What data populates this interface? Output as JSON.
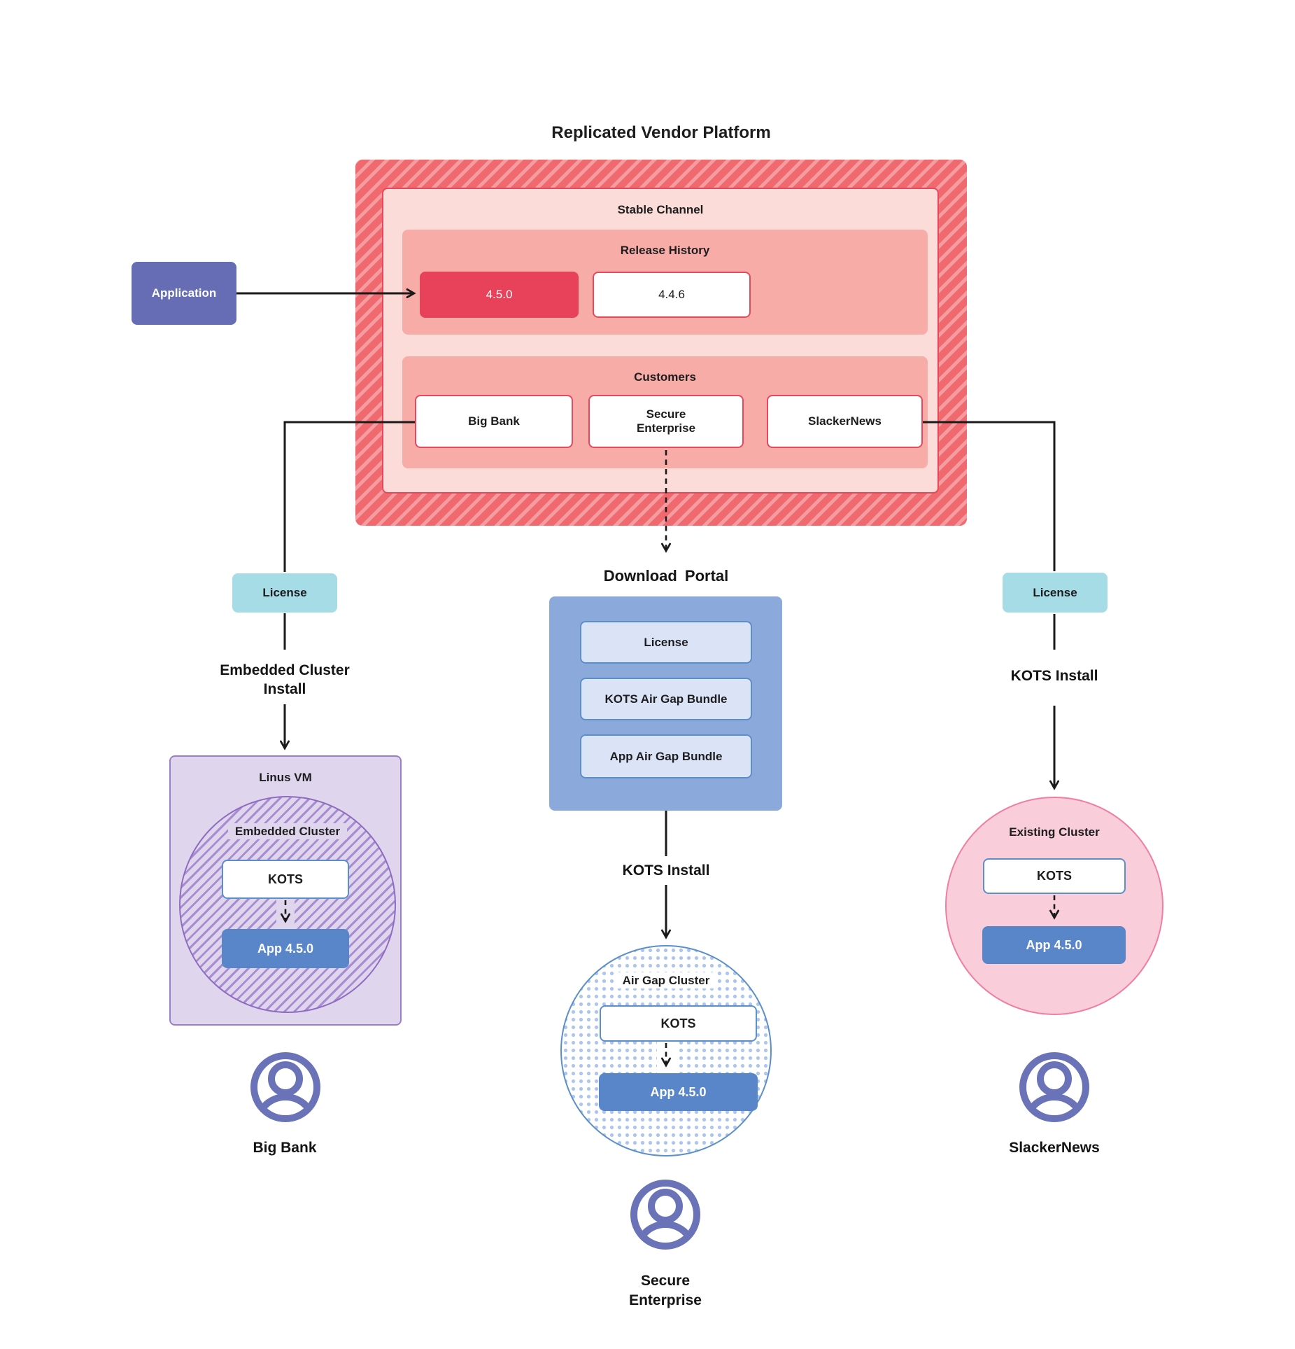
{
  "title": "Replicated Vendor Platform",
  "colors": {
    "red_base": "#F0696F",
    "red_stripe": "#F59CA0",
    "red_border": "#E8485C",
    "red_active": "#E8415A",
    "pink_panel": "#FBDCD8",
    "salmon_panel": "#F7ACA7",
    "application_purple": "#676DB4",
    "license_teal": "#A6DCE5",
    "vm_lavender": "#DFD6EE",
    "vm_border": "#9B7EC9",
    "hatch_purple": "#A78CD1",
    "kots_border_blue": "#5B8FC9",
    "app_blue": "#5886C8",
    "portal_blue": "#8BA9DA",
    "portal_item_fill": "#DBE3F6",
    "cluster_pink": "#F9CDD9",
    "cluster_pink_border": "#F07DA3",
    "dot_blue": "#AEC6EC",
    "person_purple": "#6A72B8",
    "line_black": "#1A1A1A"
  },
  "platform": {
    "stable_channel": {
      "label": "Stable Channel",
      "release_history": {
        "label": "Release History",
        "releases": [
          {
            "version": "4.5.0",
            "active": true
          },
          {
            "version": "4.4.6",
            "active": false
          }
        ]
      },
      "customers": {
        "label": "Customers",
        "items": [
          "Big Bank",
          "Secure Enterprise",
          "SlackerNews"
        ]
      }
    }
  },
  "application": {
    "label": "Application"
  },
  "branches": {
    "left": {
      "license_label": "License",
      "install_label": "Embedded Cluster Install",
      "vm_label": "Linus VM",
      "cluster_label": "Embedded Cluster",
      "kots_label": "KOTS",
      "app_label": "App 4.5.0",
      "person_label": "Big Bank"
    },
    "middle": {
      "portal_title": "Download Portal",
      "portal_items": [
        "License",
        "KOTS Air Gap Bundle",
        "App Air Gap Bundle"
      ],
      "install_label": "KOTS Install",
      "cluster_label": "Air Gap Cluster",
      "kots_label": "KOTS",
      "app_label": "App 4.5.0",
      "person_label": "Secure Enterprise"
    },
    "right": {
      "license_label": "License",
      "install_label": "KOTS Install",
      "cluster_label": "Existing Cluster",
      "kots_label": "KOTS",
      "app_label": "App 4.5.0",
      "person_label": "SlackerNews"
    }
  }
}
